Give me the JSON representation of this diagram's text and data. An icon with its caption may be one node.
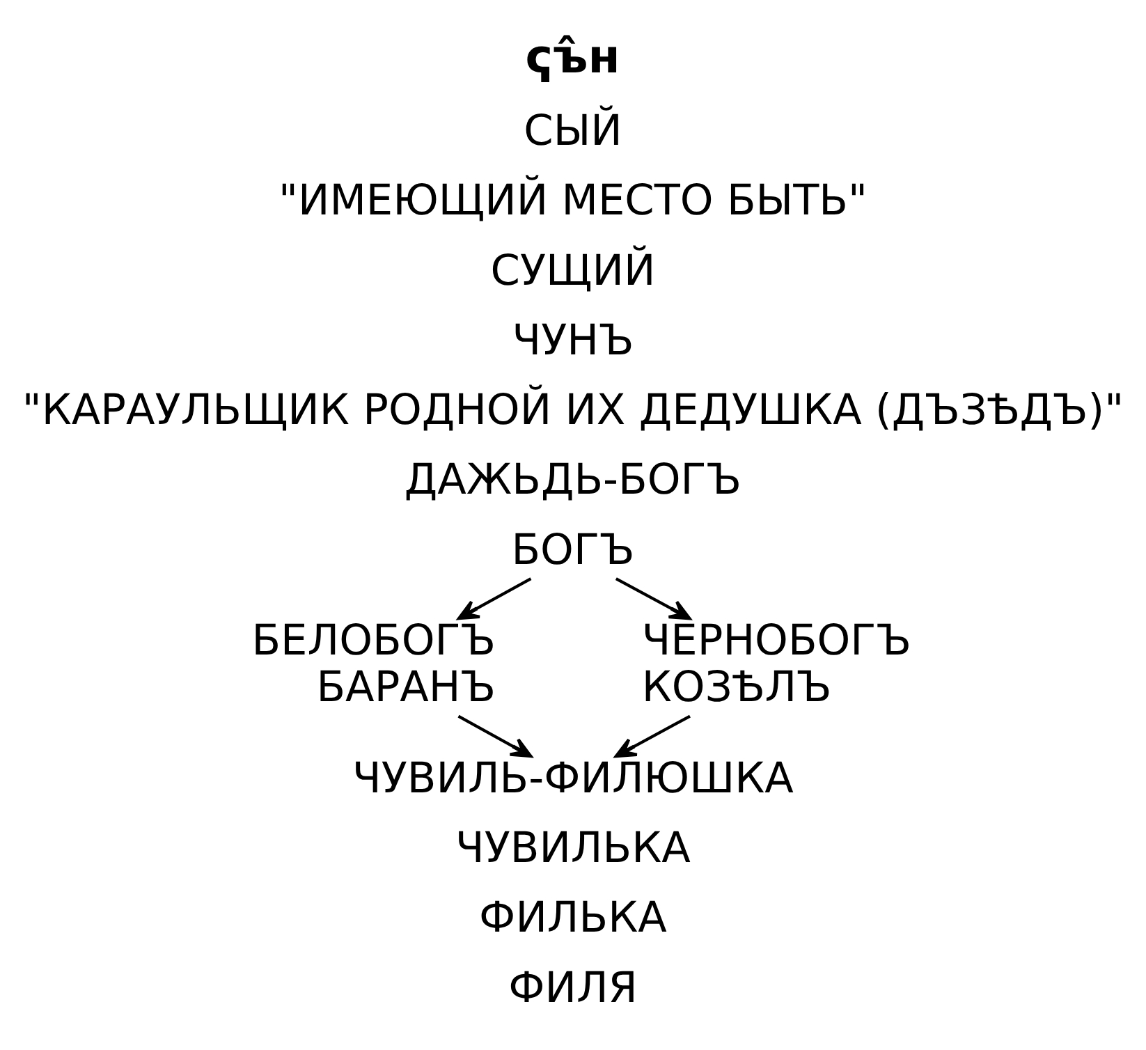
{
  "diagram": {
    "nodes": [
      {
        "text": [
          "БОГЪ"
        ]
      },
      {
        "text": [
          "БЕЛОБОГЪ",
          "БАРАНЪ"
        ]
      },
      {
        "text": [
          "ЧЕРНОБОГЪ",
          "КОЗѢЛЪ"
        ]
      },
      {
        "text": [
          "ЧУВИЛЬ-ФИЛЮШКА"
        ]
      }
    ],
    "edges": [
      {
        "from": 0,
        "to": 1,
        "arrow": "to"
      },
      {
        "from": 0,
        "to": 2,
        "arrow": "to"
      },
      {
        "from": 1,
        "to": 3,
        "arrow": "to"
      },
      {
        "from": 2,
        "to": 3,
        "arrow": "to"
      }
    ],
    "labels": [
      "ҁъ̂н",
      "СЫЙ",
      "\"ИМЕЮЩИЙ МЕСТО БЫТЬ\"",
      "СУЩИЙ",
      "ЧУНЪ",
      "\"КАРАУЛЬЩИК РОДНОЙ ИХ ДЕДУШКА (ДЪЗѢДЪ)\"",
      "ДАЖЬДЬ-БОГЪ",
      "ЧУВИЛЬКА",
      "ФИЛЬКА",
      "ФИЛЯ"
    ]
  }
}
